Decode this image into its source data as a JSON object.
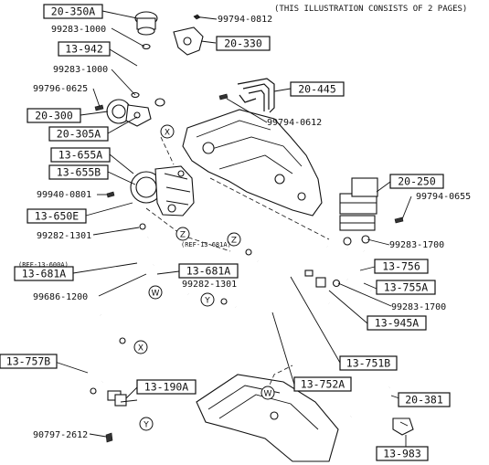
{
  "header_note": "(THIS ILLUSTRATION CONSISTS OF 2 PAGES)",
  "boxed_labels": {
    "b20_350A": "20-350A",
    "b13_942": "13-942",
    "b20_330": "20-330",
    "b20_445": "20-445",
    "b20_300": "20-300",
    "b20_305A": "20-305A",
    "b13_655A": "13-655A",
    "b13_655B": "13-655B",
    "b20_250": "20-250",
    "b13_650E": "13-650E",
    "b13_681A": "13-681A",
    "b13_681A_small": "13-681A",
    "b13_756": "13-756",
    "b13_755A": "13-755A",
    "b13_945A": "13-945A",
    "b13_757B": "13-757B",
    "b13_751B": "13-751B",
    "b13_752A": "13-752A",
    "b13_190A": "13-190A",
    "b20_381": "20-381",
    "b13_983": "13-983"
  },
  "part_numbers": {
    "p99794_0812": "99794-0812",
    "p99283_1000_a": "99283-1000",
    "p99283_1000_b": "99283-1000",
    "p99796_0625": "99796-0625",
    "p99794_0612": "99794-0612",
    "p99940_0801": "99940-0801",
    "p99794_0655": "99794-0655",
    "p99282_1301_a": "99282-1301",
    "p99283_1700_a": "99283-1700",
    "p99282_1301_b": "99282-1301",
    "p99686_1200": "99686-1200",
    "p99283_1700_b": "99283-1700",
    "p90797_2612": "90797-2612"
  },
  "small_notes": {
    "ref_681A": "(REF-13-681A)",
    "ref_600A": "(REF-13-600A)"
  },
  "callouts": {
    "x1": "X",
    "x2": "X",
    "z1": "Z",
    "z2": "Z",
    "w1": "W",
    "w2": "W",
    "y1": "Y",
    "y2": "Y"
  }
}
